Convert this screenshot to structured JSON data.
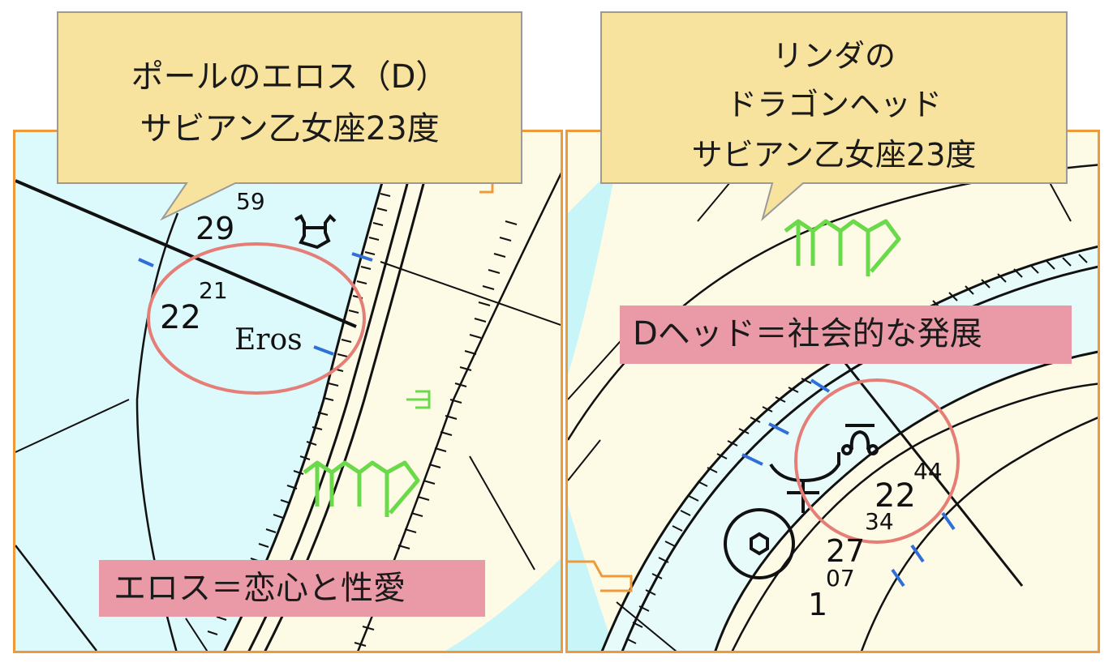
{
  "left": {
    "callout": {
      "line1": "ポールのエロス（D）",
      "line2": "サビアン乙女座23度"
    },
    "degrees": {
      "top_main": "29",
      "top_min": "59",
      "eros_main": "22",
      "eros_min": "21"
    },
    "eros_label": "Eros",
    "label": "エロス＝恋心と性愛"
  },
  "right": {
    "callout": {
      "line1": "リンダの",
      "line2": "ドラゴンヘッド",
      "line3": "サビアン乙女座23度"
    },
    "degrees": {
      "head_main": "22",
      "head_min": "44",
      "a_main": "27",
      "a_min": "34",
      "b_main": "1",
      "b_min": "07"
    },
    "label": "Dヘッド＝社会的な発展"
  },
  "colors": {
    "frame": "#ef9a3a",
    "ring_fill": "#dcf9fb",
    "outer_fill": "#fdfbe6",
    "virgo_glyph": "#6ad94a",
    "callout_fill": "#f7e29e",
    "label_fill": "#e99aa6",
    "highlight_circle": "#e47e76",
    "marker_blue": "#2f6fd8"
  },
  "icons": [
    "virgo-glyph",
    "chiron-glyph",
    "dragon-head-glyph",
    "sun-glyph",
    "pluto-glyph",
    "neptune-glyph"
  ]
}
